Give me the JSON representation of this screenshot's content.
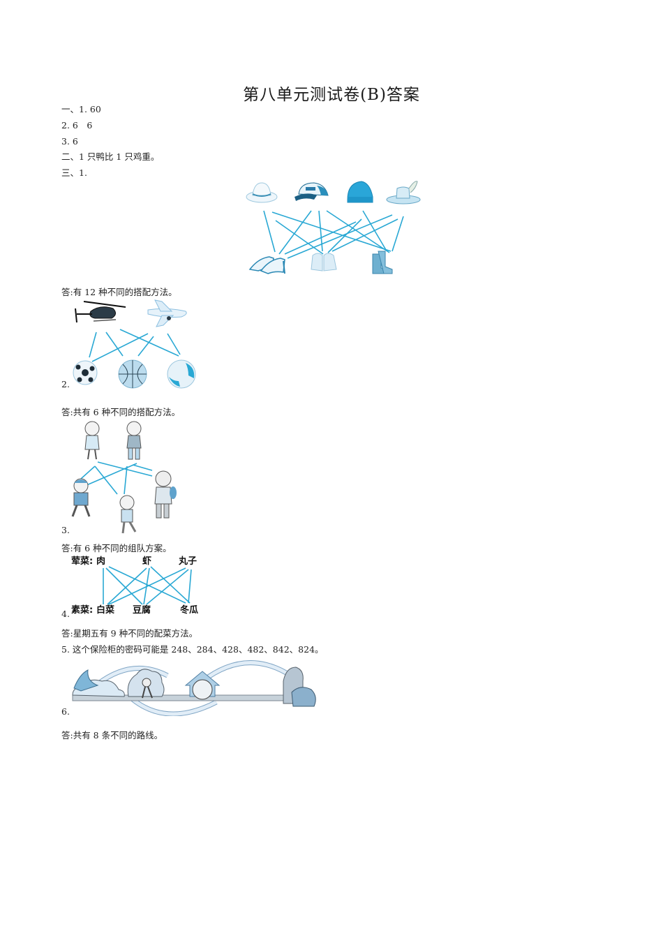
{
  "document": {
    "title": "第八单元测试卷(B)答案",
    "section1": {
      "q1": "一、1. 60",
      "q2": "2. 6　6",
      "q3": "3. 6"
    },
    "section2": {
      "answer": "二、1 只鸭比 1 只鸡重。"
    },
    "section3": {
      "heading": "三、1.",
      "q1": {
        "figure": {
          "top_items": [
            "white-fedora-hat",
            "baseball-cap",
            "knit-beanie",
            "feathered-hat"
          ],
          "bottom_items": [
            "high-heel-shoes",
            "sneakers",
            "boots"
          ],
          "line_color": "#29a8d4"
        },
        "answer": "答:有 12 种不同的搭配方法。"
      },
      "q2": {
        "number": "2.",
        "figure": {
          "top_items": [
            "helicopter",
            "airplane"
          ],
          "bottom_items": [
            "soccer-ball",
            "basketball",
            "volleyball"
          ]
        },
        "answer": "答:共有 6 种不同的搭配方法。"
      },
      "q3": {
        "number": "3.",
        "figure": {
          "top_items": [
            "girl-1",
            "girl-2"
          ],
          "bottom_items": [
            "boy-cap",
            "boy-waving",
            "boy-tall"
          ]
        },
        "answer": "答:有 6 种不同的组队方案。"
      },
      "q4": {
        "number": "4.",
        "figure": {
          "meat_label": "荤菜:",
          "meat_items": [
            "肉",
            "虾",
            "丸子"
          ],
          "veg_label": "素菜:",
          "veg_items": [
            "白菜",
            "豆腐",
            "冬瓜"
          ]
        },
        "answer": "答:星期五有 9 种不同的配菜方法。"
      },
      "q5": {
        "answer": "5. 这个保险柜的密码可能是 248、284、428、482、842、824。"
      },
      "q6": {
        "number": "6.",
        "figure": {
          "items": [
            "bird-on-cloud",
            "monkey-rock",
            "elephant-house",
            "tiger-cave"
          ]
        },
        "answer": "答:共有 8 条不同的路线。"
      }
    }
  }
}
